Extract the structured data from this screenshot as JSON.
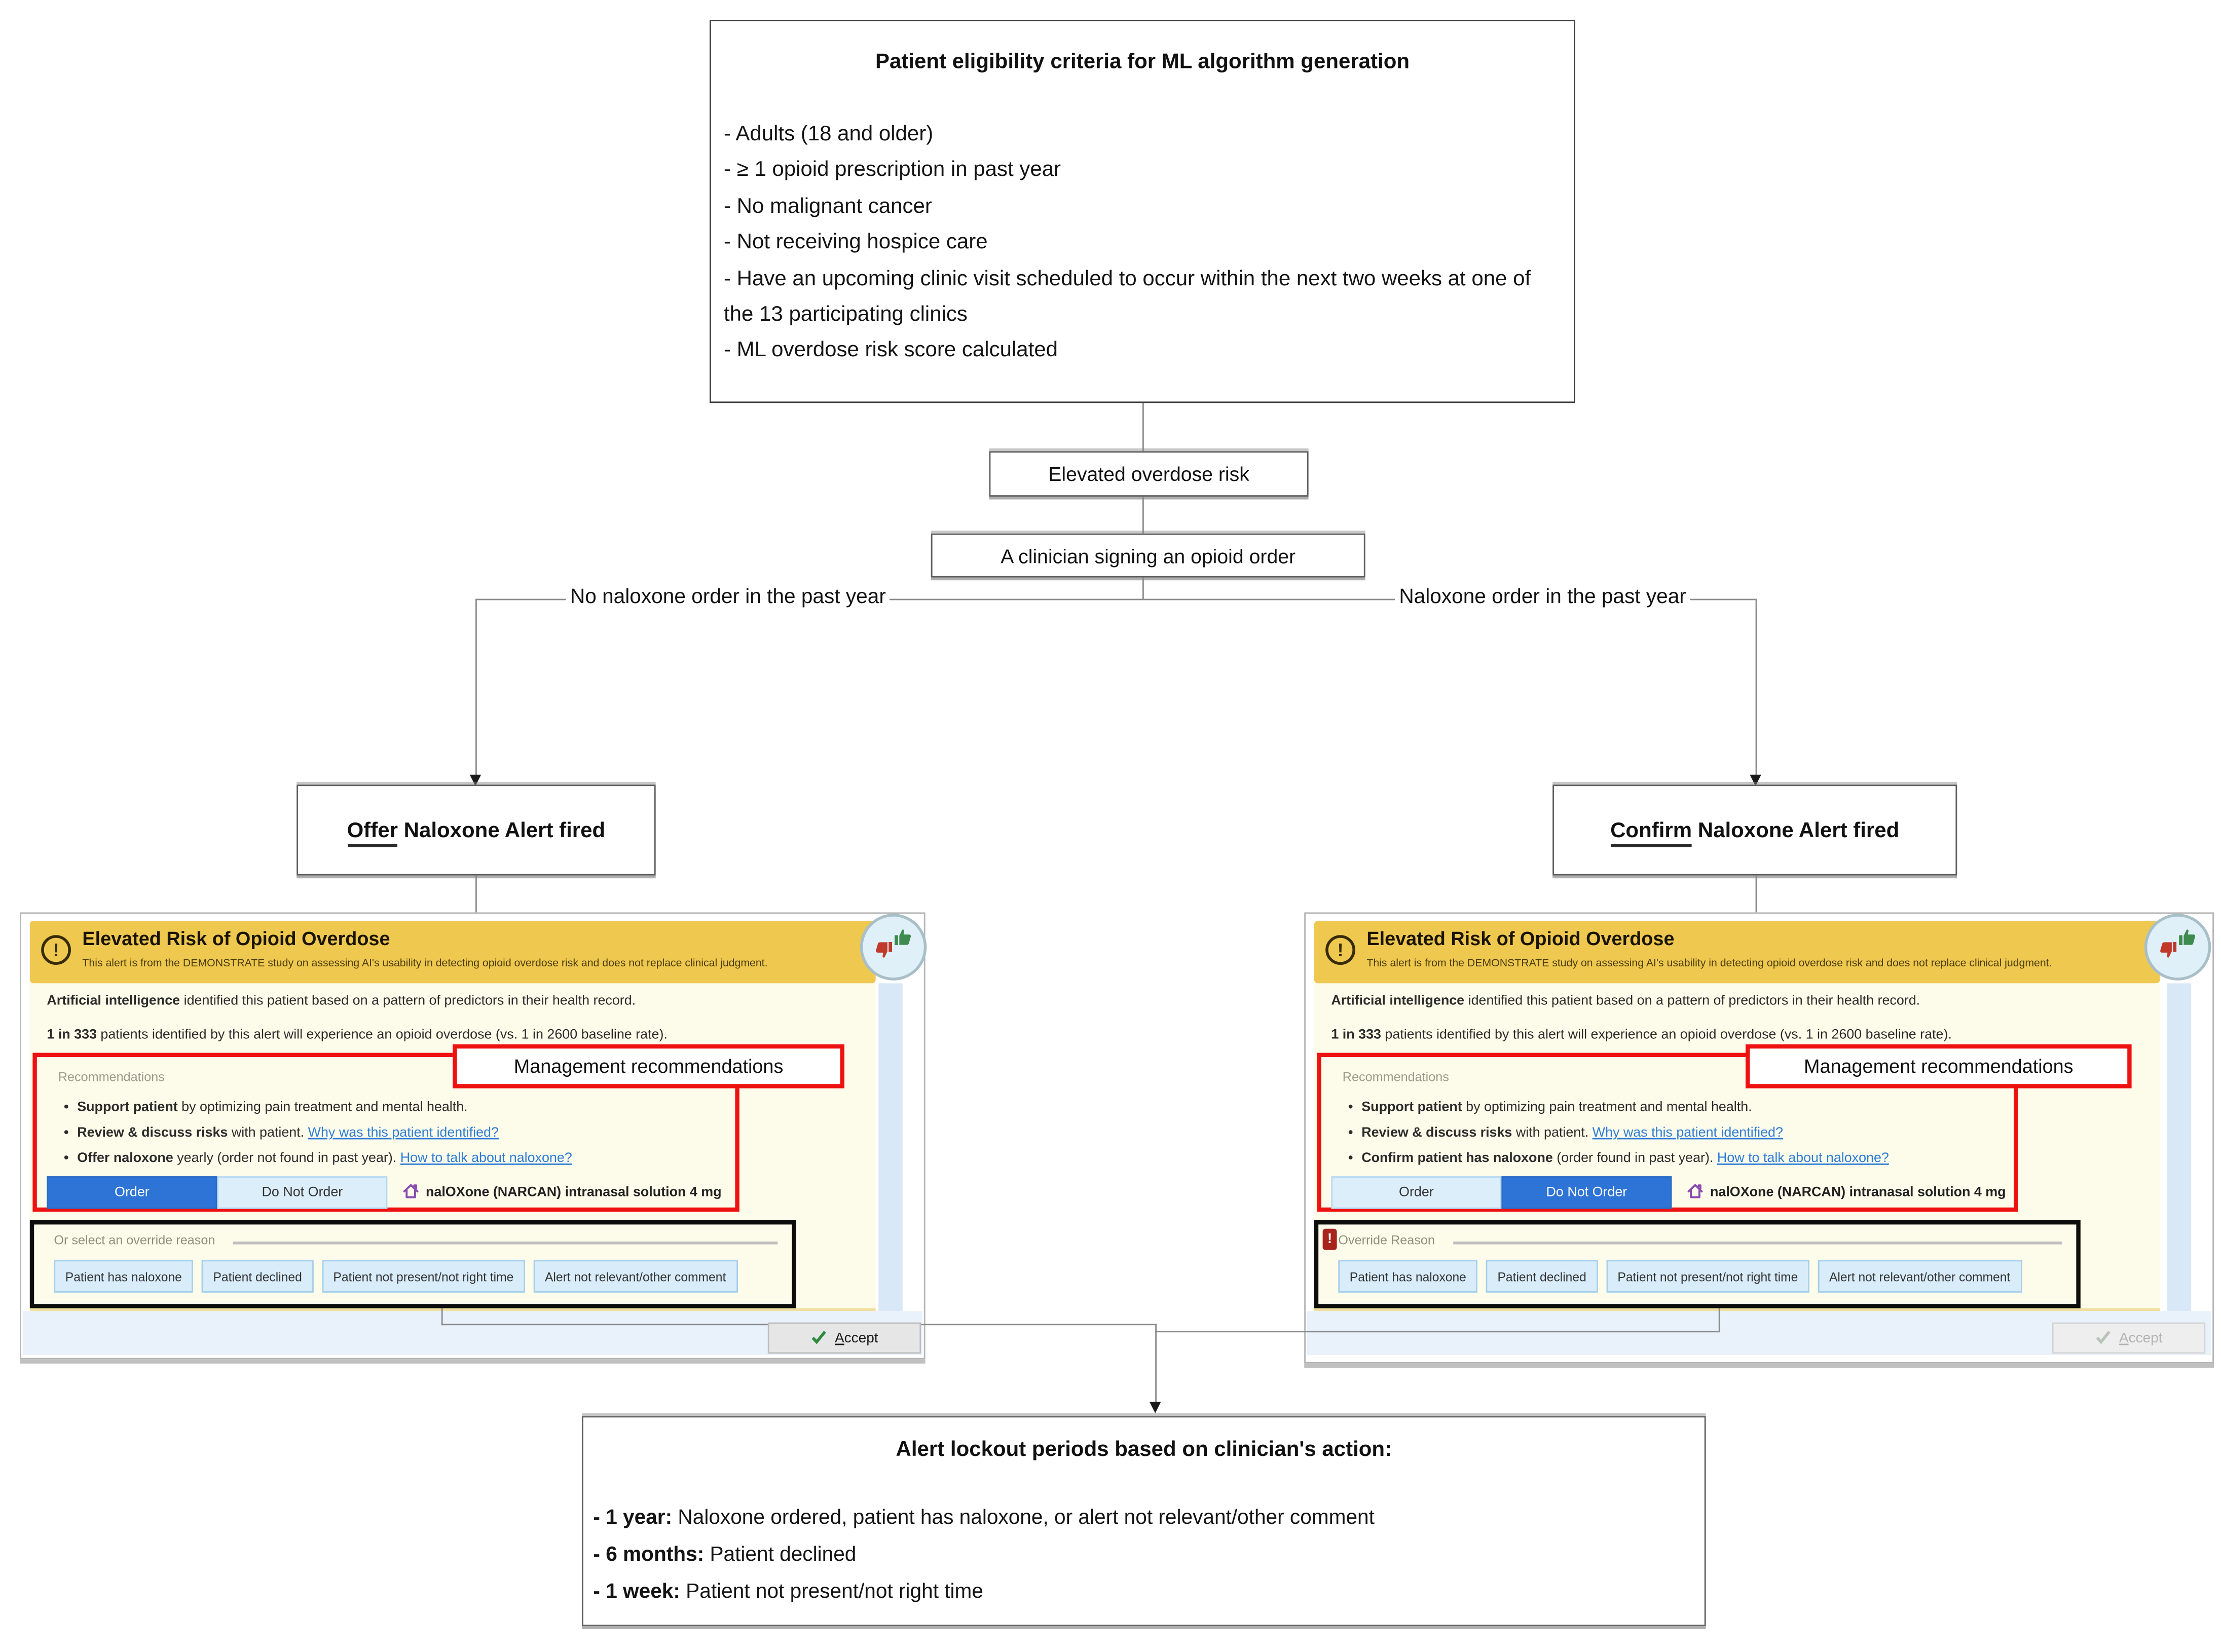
{
  "colors": {
    "banner_yellow": "#efc850",
    "body_cream": "#fdfbe9",
    "footer_blue": "#e9f1fb",
    "selected_blue": "#2e74d6",
    "option_light_blue": "#d8ecfa",
    "link_blue": "#2c7cd8",
    "annotation_red": "#ee1111",
    "thumb_green": "#3d8b4f",
    "thumb_red": "#c0392b",
    "home_icon_purple": "#8a4bb0"
  },
  "icons": {
    "header_warning": "exclamation-circle-icon",
    "warning_glyph": "!",
    "badge_glyph": "!",
    "feedback": "thumbs-up-down-icon",
    "medication": "home-outline-icon",
    "accept": "check-icon"
  },
  "flow": {
    "eligibility_title": "Patient eligibility criteria for ML algorithm generation",
    "eligibility_items": [
      "- Adults (18 and older)",
      "- ≥ 1 opioid prescription in past year",
      "- No malignant cancer",
      "- Not receiving hospice care",
      "- Have an upcoming clinic visit scheduled to occur within the next two weeks at one of the 13 participating clinics",
      "- ML overdose risk score calculated"
    ],
    "elevated_risk_label": "Elevated overdose risk",
    "clinician_label": "A clinician signing an opioid order",
    "branch_left_label": "No naloxone order in the past year",
    "branch_right_label": "Naloxone order in the past year",
    "offer_underline": "Offer",
    "offer_rest": " Naloxone Alert fired",
    "confirm_underline": "Confirm",
    "confirm_rest": " Naloxone Alert fired",
    "management_annotation": "Management recommendations",
    "lockout_title": "Alert lockout periods based on clinician's action:",
    "lockout_lines": [
      {
        "bold": "- 1 year:",
        "rest": " Naloxone ordered, patient has naloxone, or alert not relevant/other comment"
      },
      {
        "bold": "- 6 months:",
        "rest": " Patient declined"
      },
      {
        "bold": "- 1 week:",
        "rest": " Patient not present/not right time"
      }
    ]
  },
  "alert_left": {
    "title": "Elevated Risk of Opioid Overdose",
    "subtitle": "This alert is from the DEMONSTRATE study on assessing AI's usability in detecting opioid overdose risk and does not replace clinical judgment.",
    "intro_bold": "Artificial intelligence",
    "intro_rest": " identified this patient based on a pattern of predictors in their health record.",
    "stat_bold": "1 in 333",
    "stat_rest": " patients identified by this alert will experience an opioid overdose (vs. 1 in 2600 baseline rate).",
    "recommendations_label": "Recommendations",
    "bullet1_bold": "Support patient",
    "bullet1_rest": " by optimizing pain treatment and mental health.",
    "bullet2_bold": "Review & discuss risks",
    "bullet2_rest": " with patient. ",
    "bullet2_link": "Why was this patient identified?",
    "bullet3_bold": "Offer naloxone",
    "bullet3_rest": " yearly (order not found in past year). ",
    "bullet3_link": "How to talk about naloxone?",
    "order_label": "Order",
    "do_not_order_label": "Do Not Order",
    "medication_label": "nalOXone (NARCAN) intranasal solution 4 mg",
    "override_label": "Or select an override reason",
    "override_options": [
      "Patient has naloxone",
      "Patient declined",
      "Patient not present/not right time",
      "Alert not relevant/other comment"
    ],
    "accept_initial": "A",
    "accept_rest": "ccept"
  },
  "alert_right": {
    "title": "Elevated Risk of Opioid Overdose",
    "subtitle": "This alert is from the DEMONSTRATE study on assessing AI's usability in detecting opioid overdose risk and does not replace clinical judgment.",
    "intro_bold": "Artificial intelligence",
    "intro_rest": " identified this patient based on a pattern of predictors in their health record.",
    "stat_bold": "1 in 333",
    "stat_rest": " patients identified by this alert will experience an opioid overdose (vs. 1 in 2600 baseline rate).",
    "recommendations_label": "Recommendations",
    "bullet1_bold": "Support patient",
    "bullet1_rest": " by optimizing pain treatment and mental health.",
    "bullet2_bold": "Review & discuss risks",
    "bullet2_rest": " with patient. ",
    "bullet2_link": "Why was this patient identified?",
    "bullet3_bold": "Confirm patient has naloxone",
    "bullet3_rest": " (order found in past year). ",
    "bullet3_link": "How to talk about naloxone?",
    "order_label": "Order",
    "do_not_order_label": "Do Not Order",
    "medication_label": "nalOXone (NARCAN) intranasal solution 4 mg",
    "override_label": "Override Reason",
    "override_options": [
      "Patient has naloxone",
      "Patient declined",
      "Patient not present/not right time",
      "Alert not relevant/other comment"
    ],
    "accept_initial": "A",
    "accept_rest": "ccept"
  }
}
